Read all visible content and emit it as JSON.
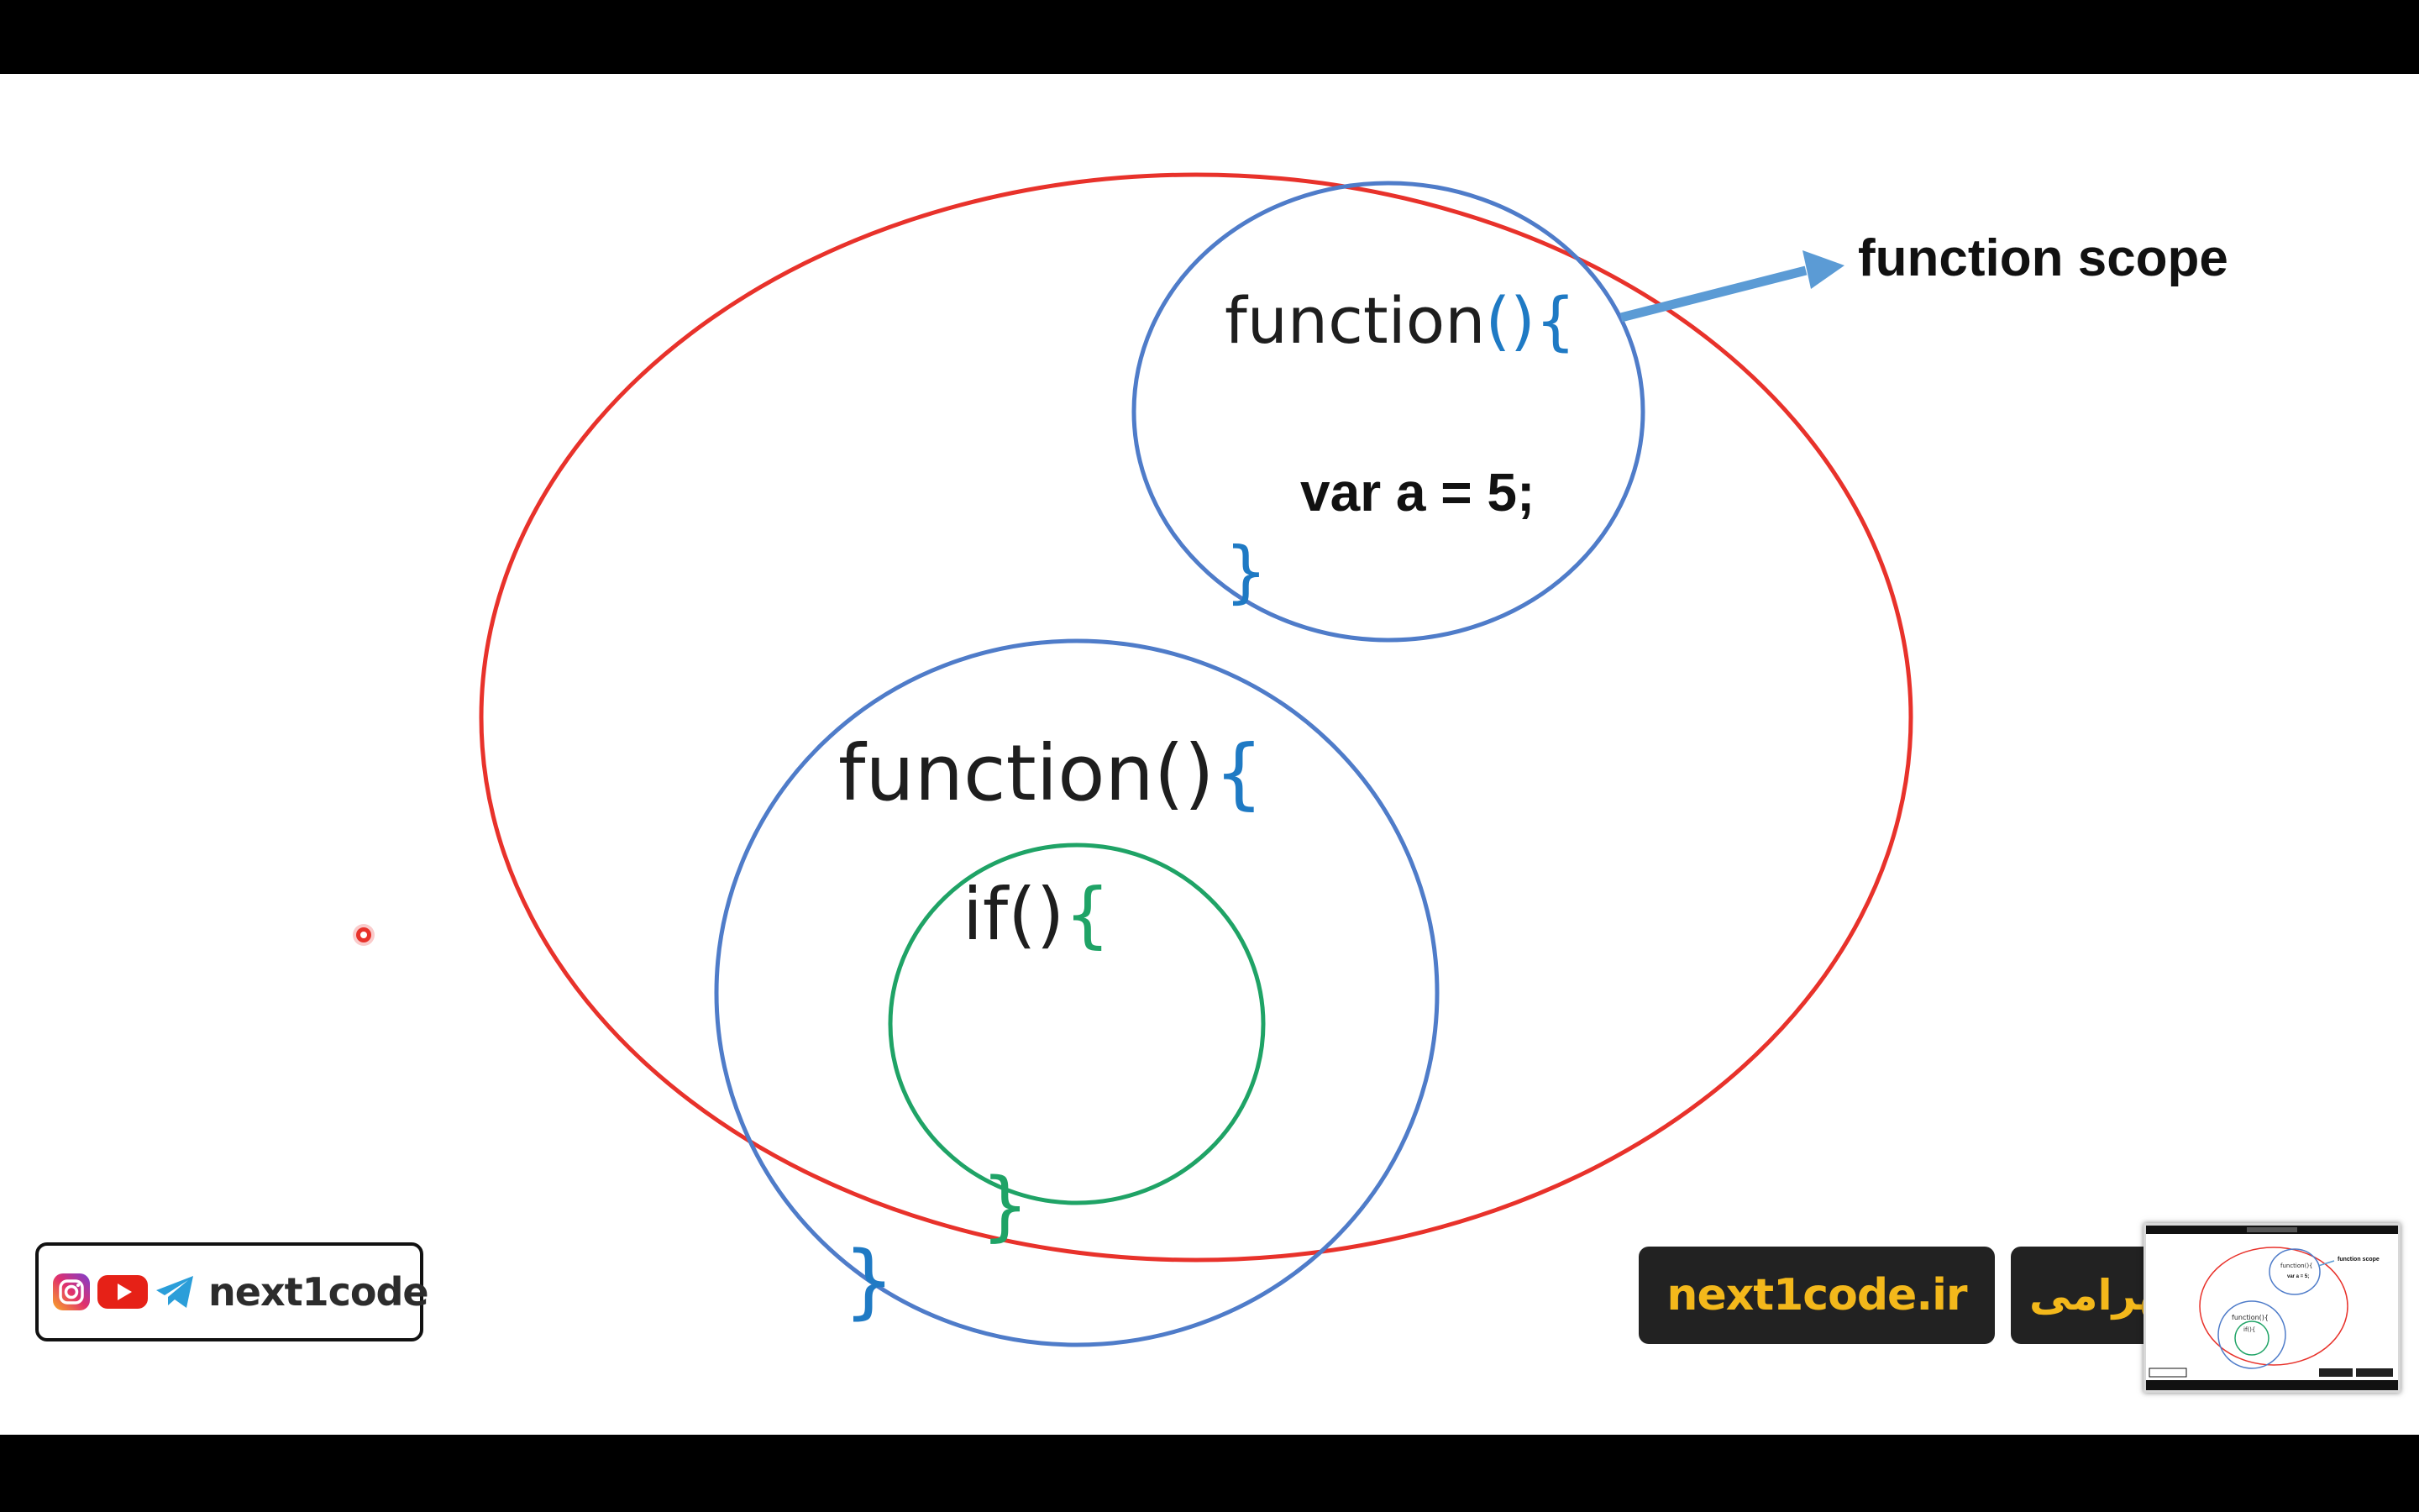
{
  "diagram": {
    "outer_function": {
      "keyword": "function",
      "parens": "()",
      "open_brace": "{",
      "close_brace": "}"
    },
    "if_block": {
      "keyword": "if",
      "parens": "()",
      "open_brace": "{",
      "close_brace": "}"
    },
    "function_scope_block": {
      "keyword": "function",
      "parens": "()",
      "open_brace": "{",
      "statement": "var a = 5;",
      "close_brace": "}"
    },
    "callout_label": "function scope",
    "colors": {
      "global_circle": "#e8322b",
      "function_circle": "#4f7cc9",
      "if_circle": "#1fa366",
      "arrow": "#5b9bd5",
      "brace_blue": "#1f7ac4",
      "brace_green": "#1fa366"
    }
  },
  "branding": {
    "social_handle": "next1code",
    "social_icons": [
      "instagram-icon",
      "youtube-icon",
      "telegram-icon"
    ],
    "website": "next1code.ir",
    "author_name_visible": "بهرامی",
    "badge_text_color": "#f3b81b"
  },
  "thumbnail": {
    "label_function": "function(){",
    "label_if": "if(){",
    "label_scope": "function scope",
    "label_var": "var a = 5;"
  }
}
